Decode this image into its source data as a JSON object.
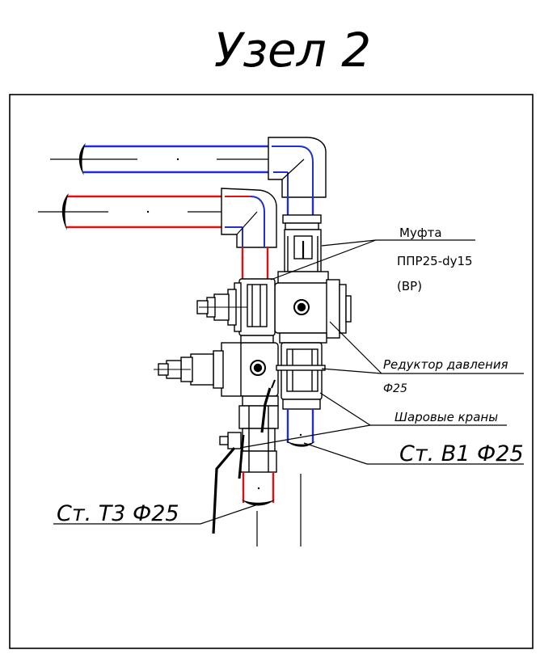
{
  "title": "Узел  2",
  "labels": {
    "coupling_line1": "Муфта",
    "coupling_line2": "ППР25-dy15",
    "coupling_line3": "(ВР)",
    "reducer_line1": "Редуктор давления",
    "reducer_line2": "Ф25",
    "ball_valves": "Шаровые краны",
    "pipe_b1": "Ст. В1 Ф25",
    "pipe_t3": "Ст. Т3 Ф25"
  },
  "colors": {
    "line": "#000000",
    "cold_pipe": "#1f2fd6",
    "hot_pipe": "#e01010"
  }
}
